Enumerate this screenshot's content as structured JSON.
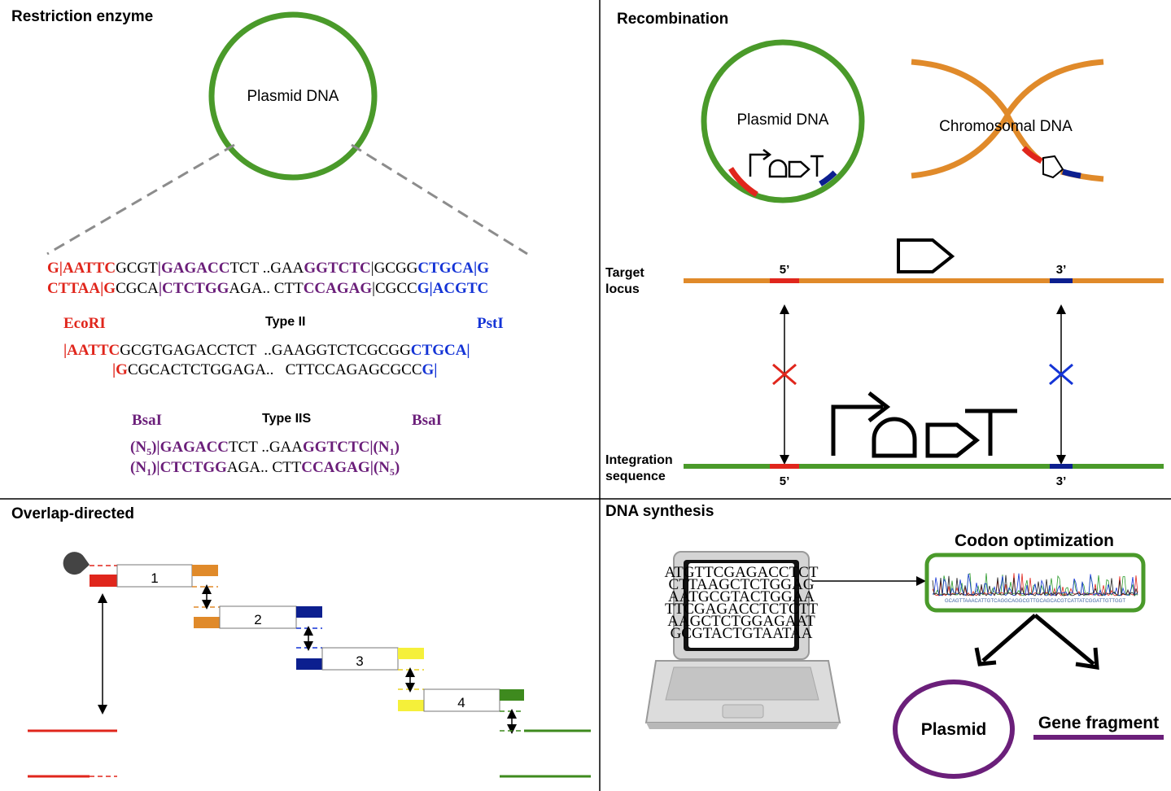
{
  "colors": {
    "red": "#e0261c",
    "purple": "#6b1f7a",
    "blue": "#1434d6",
    "green": "#4a9a2a",
    "orange": "#e08a2a",
    "dark_blue": "#0c1f8f",
    "yellow": "#f5f03a",
    "gray_dash": "#8c8c8c"
  },
  "panels": {
    "restriction": {
      "title": "Restriction enzyme",
      "plasmid_label": "Plasmid DNA",
      "enzymes": {
        "ecori": "EcoRI",
        "type2": "Type II",
        "psti": "PstI",
        "bsai_left": "BsaI",
        "type2s": "Type IIS",
        "bsai_right": "BsaI"
      },
      "seq": {
        "l1a": "G|AATTC",
        "l1b": "GCGT",
        "l1c": "|GAGACC",
        "l1d": "TCT ..GAA",
        "l1e": "GGTCTC",
        "l1f": "|GCGG",
        "l1g": "CTGCA|G",
        "l2a": "CTTAA|G",
        "l2b": "CGCA",
        "l2c": "|CTCTGG",
        "l2d": "AGA.. CTT",
        "l2e": "CCAGAG",
        "l2f": "|CGCC",
        "l2g": "G|ACGTC",
        "l3a": "|AATTC",
        "l3b": "GCGTGAGACCTCT  ..GAAGGTCTCGCGG",
        "l3c": "CTGCA|",
        "l4a": "|G",
        "l4b": "CGCACTCTGGAGA..   CTTCCAGAGCGCC",
        "l4c": "G|",
        "l5a": "(N",
        "l5a_sub": "5",
        "l5b": ")",
        "l5c": "|GAGACC",
        "l5d": "TCT ..GAA",
        "l5e": "GGTCTC",
        "l5f": "|(N",
        "l5f_sub": "1",
        "l5g": ")",
        "l6a": "(N",
        "l6a_sub": "1",
        "l6b": ")",
        "l6c": "|CTCTGG",
        "l6d": "AGA.. CTT",
        "l6e": "CCAGAG",
        "l6f": "|(N",
        "l6f_sub": "5",
        "l6g": ")"
      }
    },
    "recombination": {
      "title": "Recombination",
      "plasmid_label": "Plasmid DNA",
      "chromosome_label": "Chromosomal DNA",
      "target_label_1": "Target",
      "target_label_2": "locus",
      "integration_label_1": "Integration",
      "integration_label_2": "sequence",
      "five_prime": "5’",
      "three_prime": "3’"
    },
    "overlap": {
      "title": "Overlap-directed",
      "fragments": [
        "1",
        "2",
        "3",
        "4"
      ]
    },
    "synthesis": {
      "title": "DNA synthesis",
      "screen_lines": [
        "ATGTTCGAGACCTCT",
        "CTTAAGCTCTGGAG",
        "AATGCGTACTGGAA",
        "TTCGAGACCTCTCTT",
        "AAGCTCTGGAGAAT",
        "GCGTACTGTAATAA"
      ],
      "codon_title": "Codon optimization",
      "trace_sequence": "GCAGTTAAACATTGTCAGGCAGGCGTTGCAGCACGTCATTATCGGATTGTTGGT",
      "plasmid_label": "Plasmid",
      "fragment_label": "Gene fragment"
    }
  }
}
